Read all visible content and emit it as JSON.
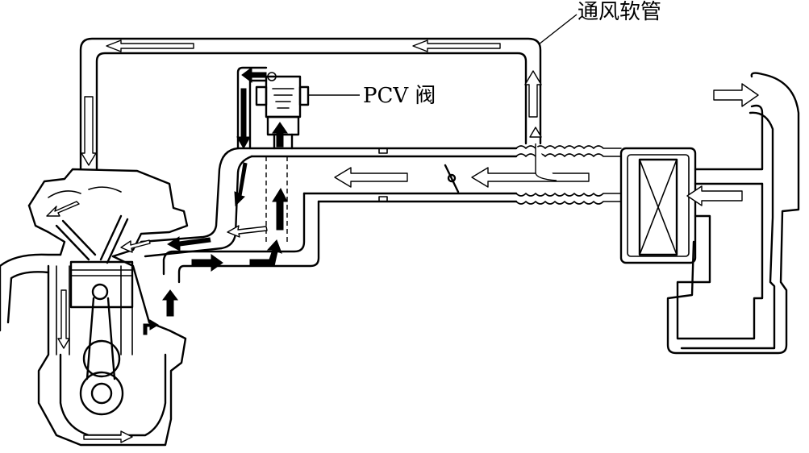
{
  "labels": {
    "breather_hose": "通风软管",
    "pcv_valve": "PCV 阀"
  },
  "colors": {
    "line": "#000000",
    "background": "#ffffff",
    "fresh_air_arrow": "#ffffff",
    "blowby_arrow": "#000000"
  },
  "components": [
    "engine-block",
    "piston",
    "crankshaft",
    "cylinder-head",
    "intake-manifold",
    "throttle-valve",
    "air-cleaner",
    "air-intake-duct",
    "breather-hose",
    "pcv-valve",
    "corrugated-boot"
  ],
  "flows": {
    "fresh_air_style": "hollow-arrow",
    "blowby_gas_style": "solid-arrow"
  }
}
